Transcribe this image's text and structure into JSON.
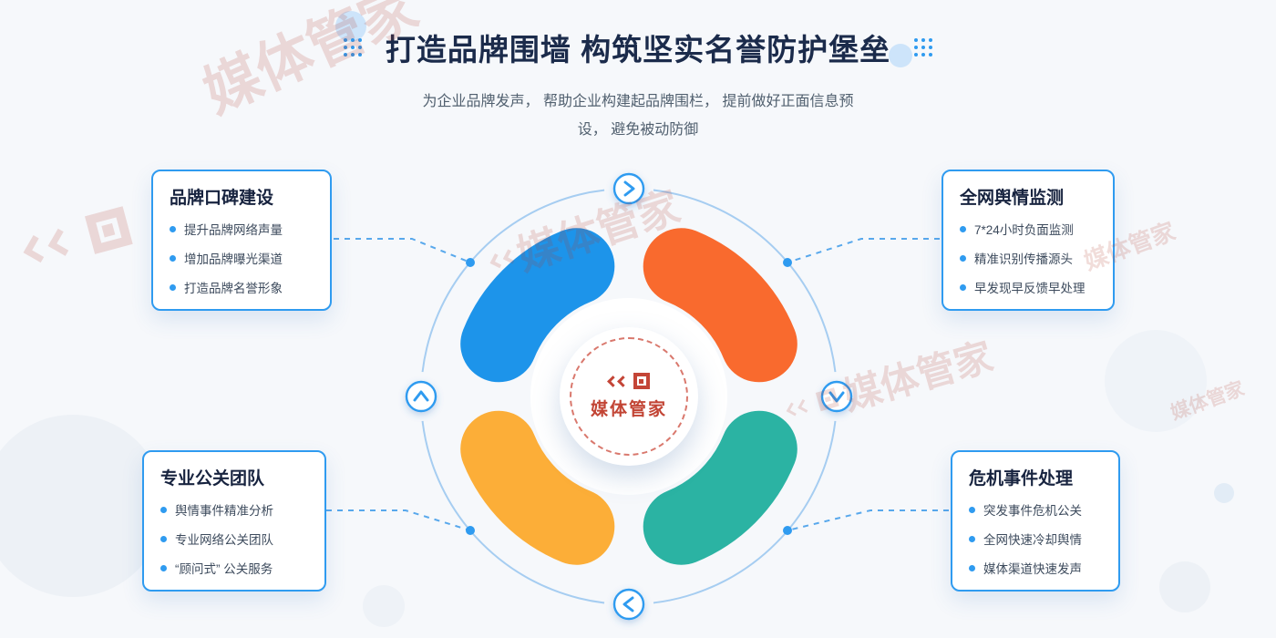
{
  "page": {
    "title": "打造品牌围墙 构筑坚实名誉防护堡垒",
    "subtitle_line1": "为企业品牌发声， 帮助企业构建起品牌围栏， 提前做好正面信息预",
    "subtitle_line2": "设， 避免被动防御"
  },
  "cards": {
    "top_left": {
      "title": "品牌口碑建设",
      "items": [
        "提升品牌网络声量",
        "增加品牌曝光渠道",
        "打造品牌名誉形象"
      ]
    },
    "top_right": {
      "title": "全网舆情监测",
      "items": [
        "7*24小时负面监测",
        "精准识别传播源头",
        "早发现早反馈早处理"
      ]
    },
    "bottom_left": {
      "title": "专业公关团队",
      "items": [
        "舆情事件精准分析",
        "专业网络公关团队",
        "“顾问式” 公关服务"
      ]
    },
    "bottom_right": {
      "title": "危机事件处理",
      "items": [
        "突发事件危机公关",
        "全网快速冷却舆情",
        "媒体渠道快速发声"
      ]
    }
  },
  "center": {
    "brand": "媒体管家"
  },
  "watermark": {
    "text": "媒体管家"
  },
  "colors": {
    "accent_blue": "#2f9bf0",
    "arc_blue": "#1d94ea",
    "arc_orange": "#f96a2e",
    "arc_teal": "#2bb3a3",
    "arc_yellow": "#fcae38",
    "title_navy": "#1b2b4b",
    "watermark_red": "#b33a2c"
  }
}
